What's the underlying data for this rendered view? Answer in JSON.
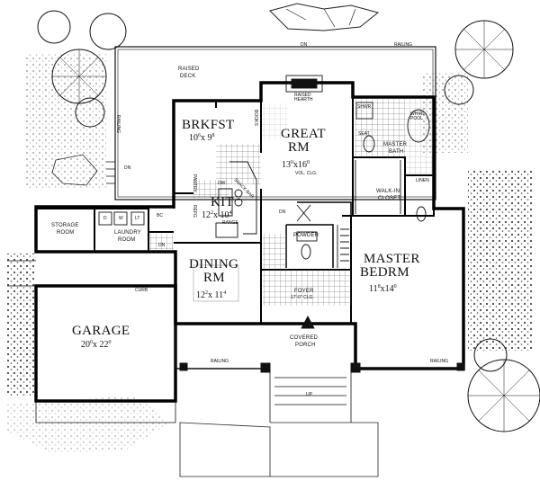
{
  "rooms": {
    "great_rm": {
      "name1": "GREAT",
      "name2": "RM",
      "dim_w": "13",
      "dim_w_sup": "0",
      "dim_x": "x16",
      "dim_h_sup": "0",
      "note": "VOL. CLG."
    },
    "brkfst": {
      "name": "BRKFST",
      "dim_w": "10",
      "dim_w_sup": "6",
      "dim_x": "x 9",
      "dim_h_sup": "8"
    },
    "kit": {
      "name": "KIT",
      "dim_w": "12",
      "dim_w_sup": "2",
      "dim_x": "x 10",
      "dim_h_sup": "4"
    },
    "dining_rm": {
      "name1": "DINING",
      "name2": "RM",
      "dim_w": "12",
      "dim_w_sup": "2",
      "dim_x": "x 11",
      "dim_h_sup": "4"
    },
    "master_bedrm": {
      "name1": "MASTER",
      "name2": "BEDRM",
      "dim_w": "11",
      "dim_w_sup": "8",
      "dim_x": "x14",
      "dim_h_sup": "0"
    },
    "garage": {
      "name": "GARAGE",
      "dim_w": "20",
      "dim_w_sup": "0",
      "dim_x": "x 22",
      "dim_h_sup": "0"
    },
    "foyer": {
      "name": "FOYER",
      "note": "17'-0\" CLG."
    },
    "master_bath": {
      "name1": "MASTER",
      "name2": "BATH"
    },
    "walk_in_closet": {
      "name1": "WALK-IN",
      "name2": "CLOSET"
    },
    "powder": {
      "name": "POWDER"
    },
    "storage_room": {
      "name1": "STORAGE",
      "name2": "ROOM"
    },
    "laundry_room": {
      "name1": "LAUNDRY",
      "name2": "ROOM"
    },
    "covered_porch": {
      "name1": "COVERED",
      "name2": "PORCH"
    },
    "raised_deck": {
      "name1": "RAISED",
      "name2": "DECK"
    }
  },
  "labels": {
    "raised_hearth1": "RAISED",
    "raised_hearth2": "HEARTH",
    "dn_deck_top": "DN",
    "dn_deck_left": "DN",
    "dn_great": "DN",
    "dn_laundry": "DN",
    "railing_deck_top": "RAILING",
    "railing_deck_left": "RAILING",
    "railing_porch_left": "RAILING",
    "railing_porch_right": "RAILING",
    "books": "BOOKS",
    "pantry": "PANTRY",
    "refg": "REFG",
    "range": "RANGE",
    "dw": "DW",
    "snack_bar": "SNACK BAR",
    "shower": "SHWR",
    "seat": "SEAT",
    "whirlpool1": "WHIRL-",
    "whirlpool2": "POOL",
    "linen": "LINEN",
    "d": "D",
    "w": "W",
    "lt": "LT",
    "bc": "BC",
    "curb": "CURB",
    "up": "UP"
  }
}
